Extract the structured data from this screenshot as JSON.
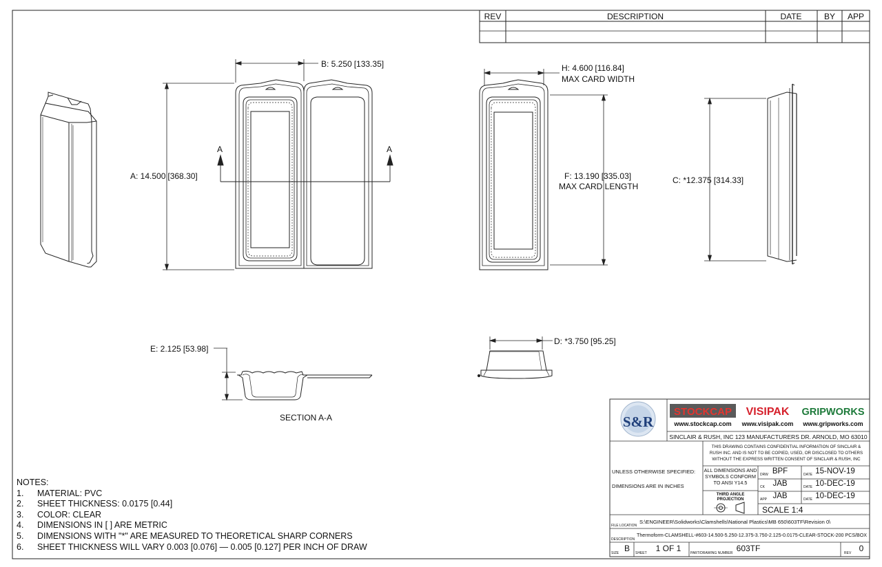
{
  "revision_table": {
    "headers": [
      "REV",
      "DESCRIPTION",
      "DATE",
      "BY",
      "APP"
    ]
  },
  "dimensions": {
    "a": "A: 14.500",
    "a_metric": "[368.30]",
    "b": "B: 5.250",
    "b_metric": "[133.35]",
    "c": "C: *12.375",
    "c_metric": "[314.33]",
    "d": "D: *3.750",
    "d_metric": "[95.25]",
    "e": "E: 2.125",
    "e_metric": "[53.98]",
    "f": "F: 13.190",
    "f_metric": "[335.03]",
    "f_caption": "MAX CARD LENGTH",
    "h": "H: 4.600",
    "h_metric": "[116.84]",
    "h_caption": "MAX CARD WIDTH"
  },
  "section_marker": "A",
  "section_label": "SECTION A-A",
  "notes": {
    "title": "NOTES:",
    "items": [
      {
        "num": "1.",
        "text": "MATERIAL: PVC"
      },
      {
        "num": "2.",
        "text": "SHEET THICKNESS: 0.0175 [0.44]"
      },
      {
        "num": "3.",
        "text": "COLOR: CLEAR"
      },
      {
        "num": "4.",
        "text": "DIMENSIONS IN [ ] ARE METRIC"
      },
      {
        "num": "5.",
        "text": "DIMENSIONS WITH \"*\" ARE MEASURED TO THEORETICAL SHARP CORNERS"
      },
      {
        "num": "6.",
        "text": "SHEET THICKNESS WILL VARY 0.003 [0.076] — 0.005 [0.127] PER INCH OF DRAW"
      }
    ]
  },
  "title_block": {
    "logo": "S&R",
    "brands": {
      "stockcap": "STOCKCAP",
      "stockcap_url": "www.stockcap.com",
      "visipak": "VISIPAK",
      "visipak_url": "www.visipak.com",
      "gripworks": "GRIPWORKS",
      "gripworks_url": "www.gripworks.com"
    },
    "company_line": "SINCLAIR & RUSH, INC 123 MANUFACTURERS DR. ARNOLD, MO 63010",
    "confidential": [
      "THIS DRAWING CONTAINS CONFIDENTIAL INFORMATION OF SINCLAIR &",
      "RUSH INC. AND IS NOT TO BE COPIED, USED, OR DISCLOSED TO OTHERS",
      "WITHOUT THE EXPRESS WRITTEN CONSENT OF SINCLAIR & RUSH, INC"
    ],
    "unless_specified": "UNLESS OTHERWISE SPECIFIED:",
    "dims_in_inches": "DIMENSIONS ARE IN INCHES",
    "ansi": [
      "ALL DIMENSIONS AND",
      "SYMBOLS CONFORM",
      "TO ANSI Y14.5"
    ],
    "projection": [
      "THIRD ANGLE",
      "PROJECTION"
    ],
    "drw_label": "DRW",
    "drw": "BPF",
    "drw_date": "15-NOV-19",
    "chk_label": "CK",
    "chk": "JAB",
    "chk_date": "10-DEC-19",
    "app_label": "APP",
    "app": "JAB",
    "app_date": "10-DEC-19",
    "date_label": "DATE",
    "scale": "SCALE 1:4",
    "file_location_label": "FILE LOCATION",
    "file_location": "S:\\ENGINEER\\Solidworks\\Clamshells\\National Plastics\\MB 650\\603TF\\Revision 0\\",
    "description_label": "DESCRIPTION",
    "description": "Thermoform-CLAMSHELL-#603-14.500-5.250-12.375-3.750-2.125-0.0175-CLEAR-STOCK-200 PCS/BOX",
    "size_label": "SIZE",
    "size": "B",
    "sheet_label": "SHEET",
    "sheet": "1 OF 1",
    "part_label": "PART/DRAWING NUMBER",
    "part": "603TF",
    "rev_label": "REV",
    "rev": "0"
  }
}
